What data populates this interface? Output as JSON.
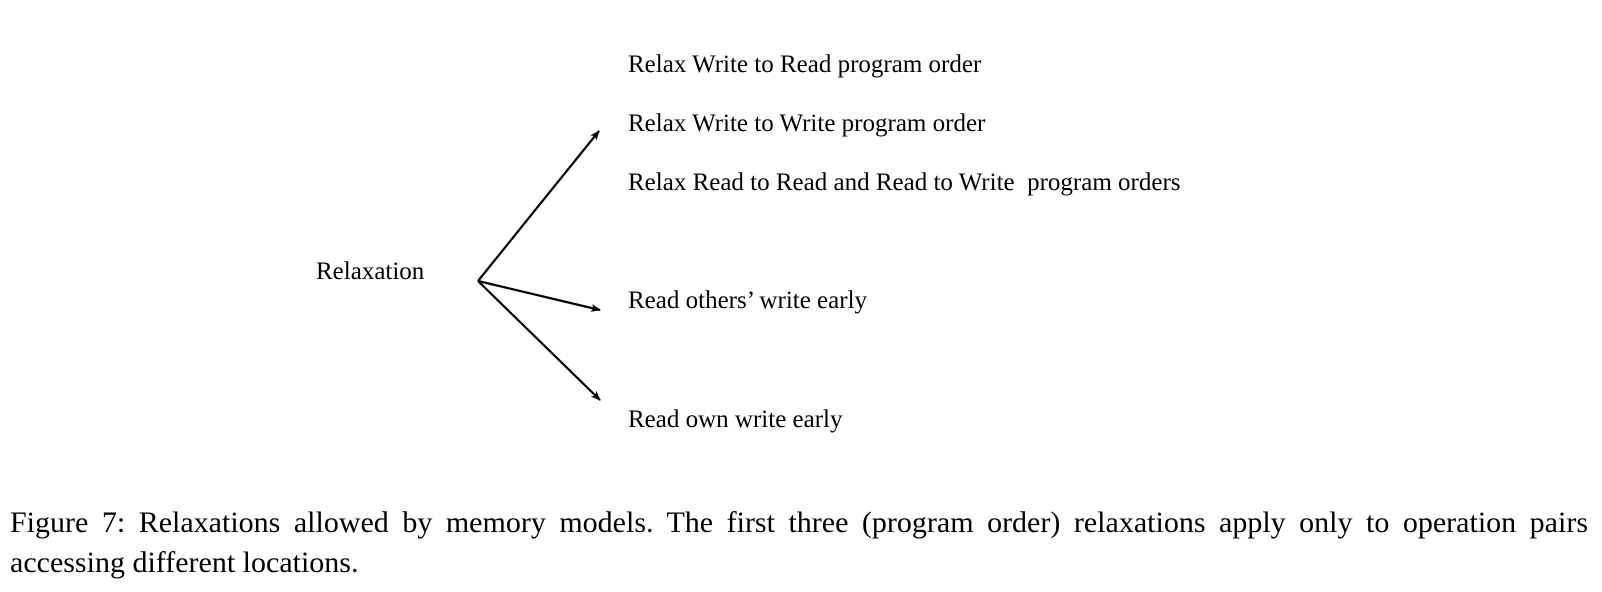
{
  "diagram": {
    "root": "Relaxation",
    "branches": [
      "Relax Write to Read program order",
      "Relax Write to Write program order",
      "Relax Read to Read and Read to Write  program orders",
      "Read others’ write early",
      "Read own write early"
    ]
  },
  "caption": "Figure 7:  Relaxations allowed by memory models.  The first three (program order) relaxations apply only to operation pairs accessing different locations."
}
